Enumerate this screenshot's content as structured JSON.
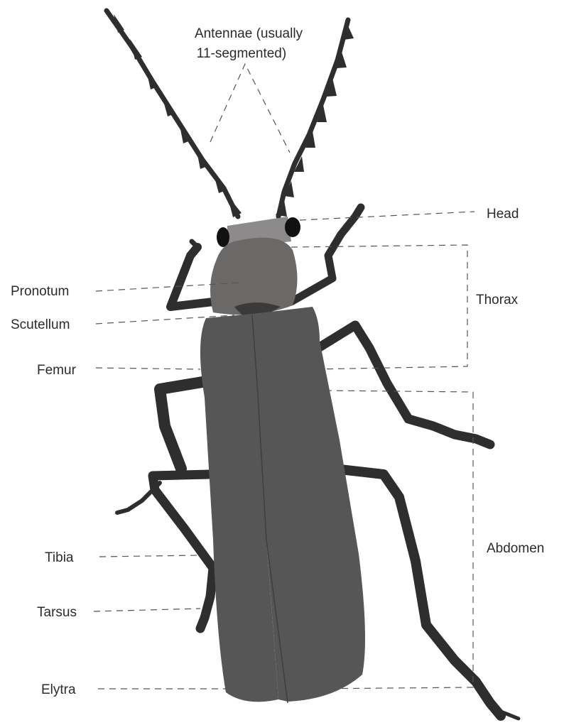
{
  "labels": {
    "antennae_line1": "Antennae (usually",
    "antennae_line2": "11-segmented)",
    "head": "Head",
    "thorax": "Thorax",
    "abdomen": "Abdomen",
    "pronotum": "Pronotum",
    "scutellum": "Scutellum",
    "femur": "Femur",
    "tibia": "Tibia",
    "tarsus": "Tarsus",
    "elytra": "Elytra"
  },
  "colors": {
    "elytra": "#575656",
    "pronotum": "#6b6868",
    "head": "#8c8a8a",
    "scutellum": "#3c3939",
    "legs": "#2e2e2e",
    "eyes": "#111111",
    "leader_lines": "#555555",
    "text": "#2b2b2b"
  }
}
